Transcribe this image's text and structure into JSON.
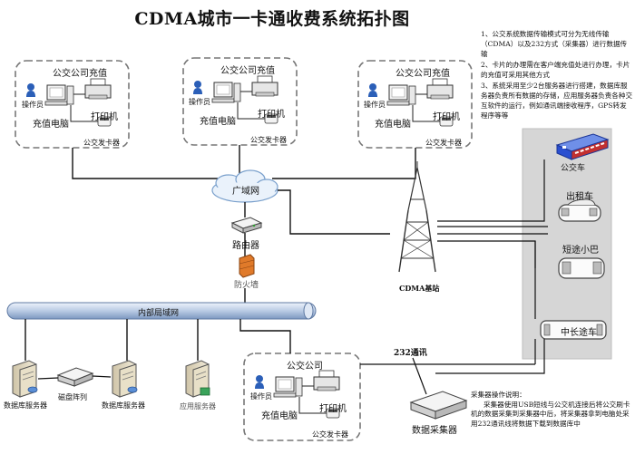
{
  "title": "CDMA城市一卡通收费系统拓扑图",
  "notes": [
    "1、公交系统数据传输模式可分为无线传输（CDMA）以及232方式（采集器）进行数据传输",
    "2、卡片的办理需在客户端充值处进行办理，卡片的充值可采用其他方式",
    "3、系统采用至少2台服务器进行搭建，数据库服务器负责所有数据的存储，应用服务器负责各种交互软件的运行，例如通讯端接收程序，GPS转发程序等等"
  ],
  "recharge_sites": [
    {
      "title": "公交公司充值",
      "operator": "操作员",
      "printer": "打印机",
      "computer": "充值电脑",
      "card_issuer": "公交发卡器"
    },
    {
      "title": "公交公司充值",
      "operator": "操作员",
      "printer": "打印机",
      "computer": "充值电脑",
      "card_issuer": "公交发卡器"
    },
    {
      "title": "公交公司充值",
      "operator": "操作员",
      "printer": "打印机",
      "computer": "充值电脑",
      "card_issuer": "公交发卡器"
    }
  ],
  "company_site": {
    "title": "公交公司",
    "operator": "操作员",
    "printer": "打印机",
    "computer": "充值电脑",
    "card_issuer": "公交发卡器"
  },
  "wan": "广域网",
  "router": "路由器",
  "firewall": "防火墙",
  "lan": "内部局域网",
  "servers": {
    "db1": "数据库服务器",
    "disk_array": "磁盘阵列",
    "db2": "数据库服务器",
    "app": "应用服务器"
  },
  "cdma_station": "CDMA基站",
  "vehicles": {
    "bus": "公交车",
    "taxi": "出租车",
    "minibus": "短途小巴",
    "coach": "中长途车"
  },
  "link_232": "232通讯",
  "collector": "数据采集器",
  "collector_notes": {
    "heading": "采集器操作说明：",
    "body": "采集器使用USB短线与公交机连接后将公交刷卡机的数据采集到采集器中后，将采集器拿到电脑处采用232通讯线将数据下载到数据库中"
  },
  "colors": {
    "line": "#111111",
    "dashed_box": "#777777",
    "vehicle_panel": "#d6d6d6",
    "lan_bar": "#c9d7ea",
    "bus": "#2a4fd0",
    "firewall": "#e07a2a"
  }
}
